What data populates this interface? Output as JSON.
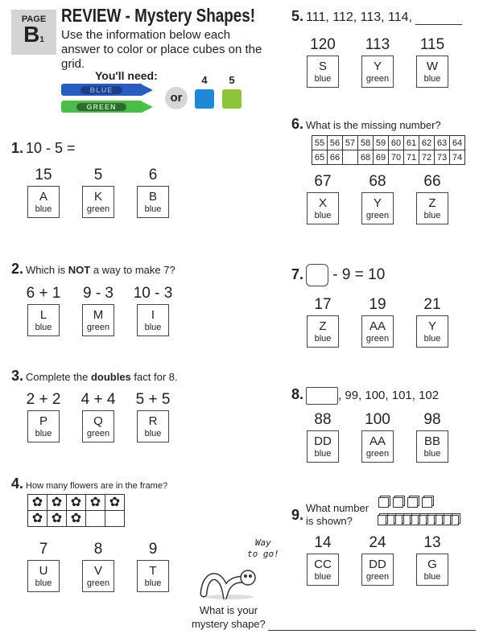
{
  "header": {
    "page_label": "PAGE",
    "page_letter": "B",
    "page_sub": "1",
    "title": "REVIEW - Mystery Shapes!",
    "instructions": "Use the information below each answer to color or place cubes on the grid.",
    "you_need": "You'll need:",
    "crayon_blue": "BLUE",
    "crayon_green": "GREEN",
    "or": "or",
    "cube_blue_count": "4",
    "cube_green_count": "5"
  },
  "colors": {
    "blue": "#2a6bc9",
    "green": "#4cbc4a",
    "cube_blue": "#1e88d6",
    "cube_green": "#8cc43c"
  },
  "q1": {
    "num": "1.",
    "text": "10 - 5 =",
    "answers": [
      {
        "n": "15",
        "l": "A",
        "c": "blue"
      },
      {
        "n": "5",
        "l": "K",
        "c": "green"
      },
      {
        "n": "6",
        "l": "B",
        "c": "blue"
      }
    ]
  },
  "q2": {
    "num": "2.",
    "text_pre": "Which is ",
    "text_bold": "NOT",
    "text_post": " a way to make 7?",
    "answers": [
      {
        "n": "6 + 1",
        "l": "L",
        "c": "blue"
      },
      {
        "n": "9 - 3",
        "l": "M",
        "c": "green"
      },
      {
        "n": "10 - 3",
        "l": "I",
        "c": "blue"
      }
    ]
  },
  "q3": {
    "num": "3.",
    "text_pre": "Complete the ",
    "text_bold": "doubles",
    "text_post": " fact for 8.",
    "answers": [
      {
        "n": "2 + 2",
        "l": "P",
        "c": "blue"
      },
      {
        "n": "4 + 4",
        "l": "Q",
        "c": "green"
      },
      {
        "n": "5 + 5",
        "l": "R",
        "c": "blue"
      }
    ]
  },
  "q4": {
    "num": "4.",
    "text": "How many flowers are in the frame?",
    "flowers": 8,
    "answers": [
      {
        "n": "7",
        "l": "U",
        "c": "blue"
      },
      {
        "n": "8",
        "l": "V",
        "c": "green"
      },
      {
        "n": "9",
        "l": "T",
        "c": "blue"
      }
    ]
  },
  "q5": {
    "num": "5.",
    "text": "111, 112, 113, 114,",
    "answers": [
      {
        "n": "120",
        "l": "S",
        "c": "blue"
      },
      {
        "n": "113",
        "l": "Y",
        "c": "green"
      },
      {
        "n": "115",
        "l": "W",
        "c": "blue"
      }
    ]
  },
  "q6": {
    "num": "6.",
    "text": "What is the missing number?",
    "grid": [
      [
        "55",
        "56",
        "57",
        "58",
        "59",
        "60",
        "61",
        "62",
        "63",
        "64"
      ],
      [
        "65",
        "66",
        "",
        "68",
        "69",
        "70",
        "71",
        "72",
        "73",
        "74"
      ]
    ],
    "answers": [
      {
        "n": "67",
        "l": "X",
        "c": "blue"
      },
      {
        "n": "68",
        "l": "Y",
        "c": "green"
      },
      {
        "n": "66",
        "l": "Z",
        "c": "blue"
      }
    ]
  },
  "q7": {
    "num": "7.",
    "text": "- 9  = 10",
    "answers": [
      {
        "n": "17",
        "l": "Z",
        "c": "blue"
      },
      {
        "n": "19",
        "l": "AA",
        "c": "green"
      },
      {
        "n": "21",
        "l": "Y",
        "c": "blue"
      }
    ]
  },
  "q8": {
    "num": "8.",
    "text": ", 99, 100, 101, 102",
    "answers": [
      {
        "n": "88",
        "l": "DD",
        "c": "blue"
      },
      {
        "n": "100",
        "l": "AA",
        "c": "green"
      },
      {
        "n": "98",
        "l": "BB",
        "c": "blue"
      }
    ]
  },
  "q9": {
    "num": "9.",
    "text1": "What number",
    "text2": "is shown?",
    "tens": 1,
    "ones": 4,
    "answers": [
      {
        "n": "14",
        "l": "CC",
        "c": "blue"
      },
      {
        "n": "24",
        "l": "DD",
        "c": "green"
      },
      {
        "n": "13",
        "l": "G",
        "c": "blue"
      }
    ]
  },
  "footer": {
    "way_to_go_1": "Way",
    "way_to_go_2": "to go!",
    "question_1": "What is your",
    "question_2": "mystery shape?"
  }
}
